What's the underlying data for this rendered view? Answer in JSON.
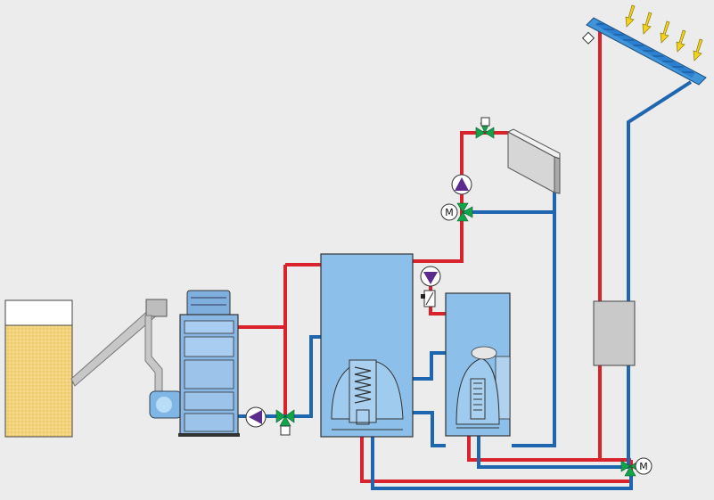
{
  "colors": {
    "background": "#ececec",
    "hot_pipe": "#d8232d",
    "cold_pipe": "#1f66b0",
    "tank_fill": "#8cc0ea",
    "pellet_fill": "#f3d37c",
    "collector_frame": "#3f95d8",
    "valve_green": "#13a34b",
    "pump_purple": "#5b2c8e",
    "sun_arrow": "#f2d31a",
    "gray_unit": "#c9c9c9"
  },
  "components": {
    "pellet_silo": "pellet-storage",
    "pellet_conveyor": "auger-feed",
    "pellet_boiler": "boiler",
    "buffer_tank": "buffer-storage-tank",
    "dhw_tank": "hot-water-tank",
    "radiator": "radiator",
    "solar_collector": "solar-collector",
    "solar_station": "solar-pump-station"
  },
  "labels": {
    "mixer_motor_top": "M",
    "mixer_motor_bottom": "M"
  },
  "icons": {
    "pump": "circulation-pump-icon",
    "valve": "three-way-valve-icon",
    "sun_rays": "sun-ray-arrow-icon"
  }
}
